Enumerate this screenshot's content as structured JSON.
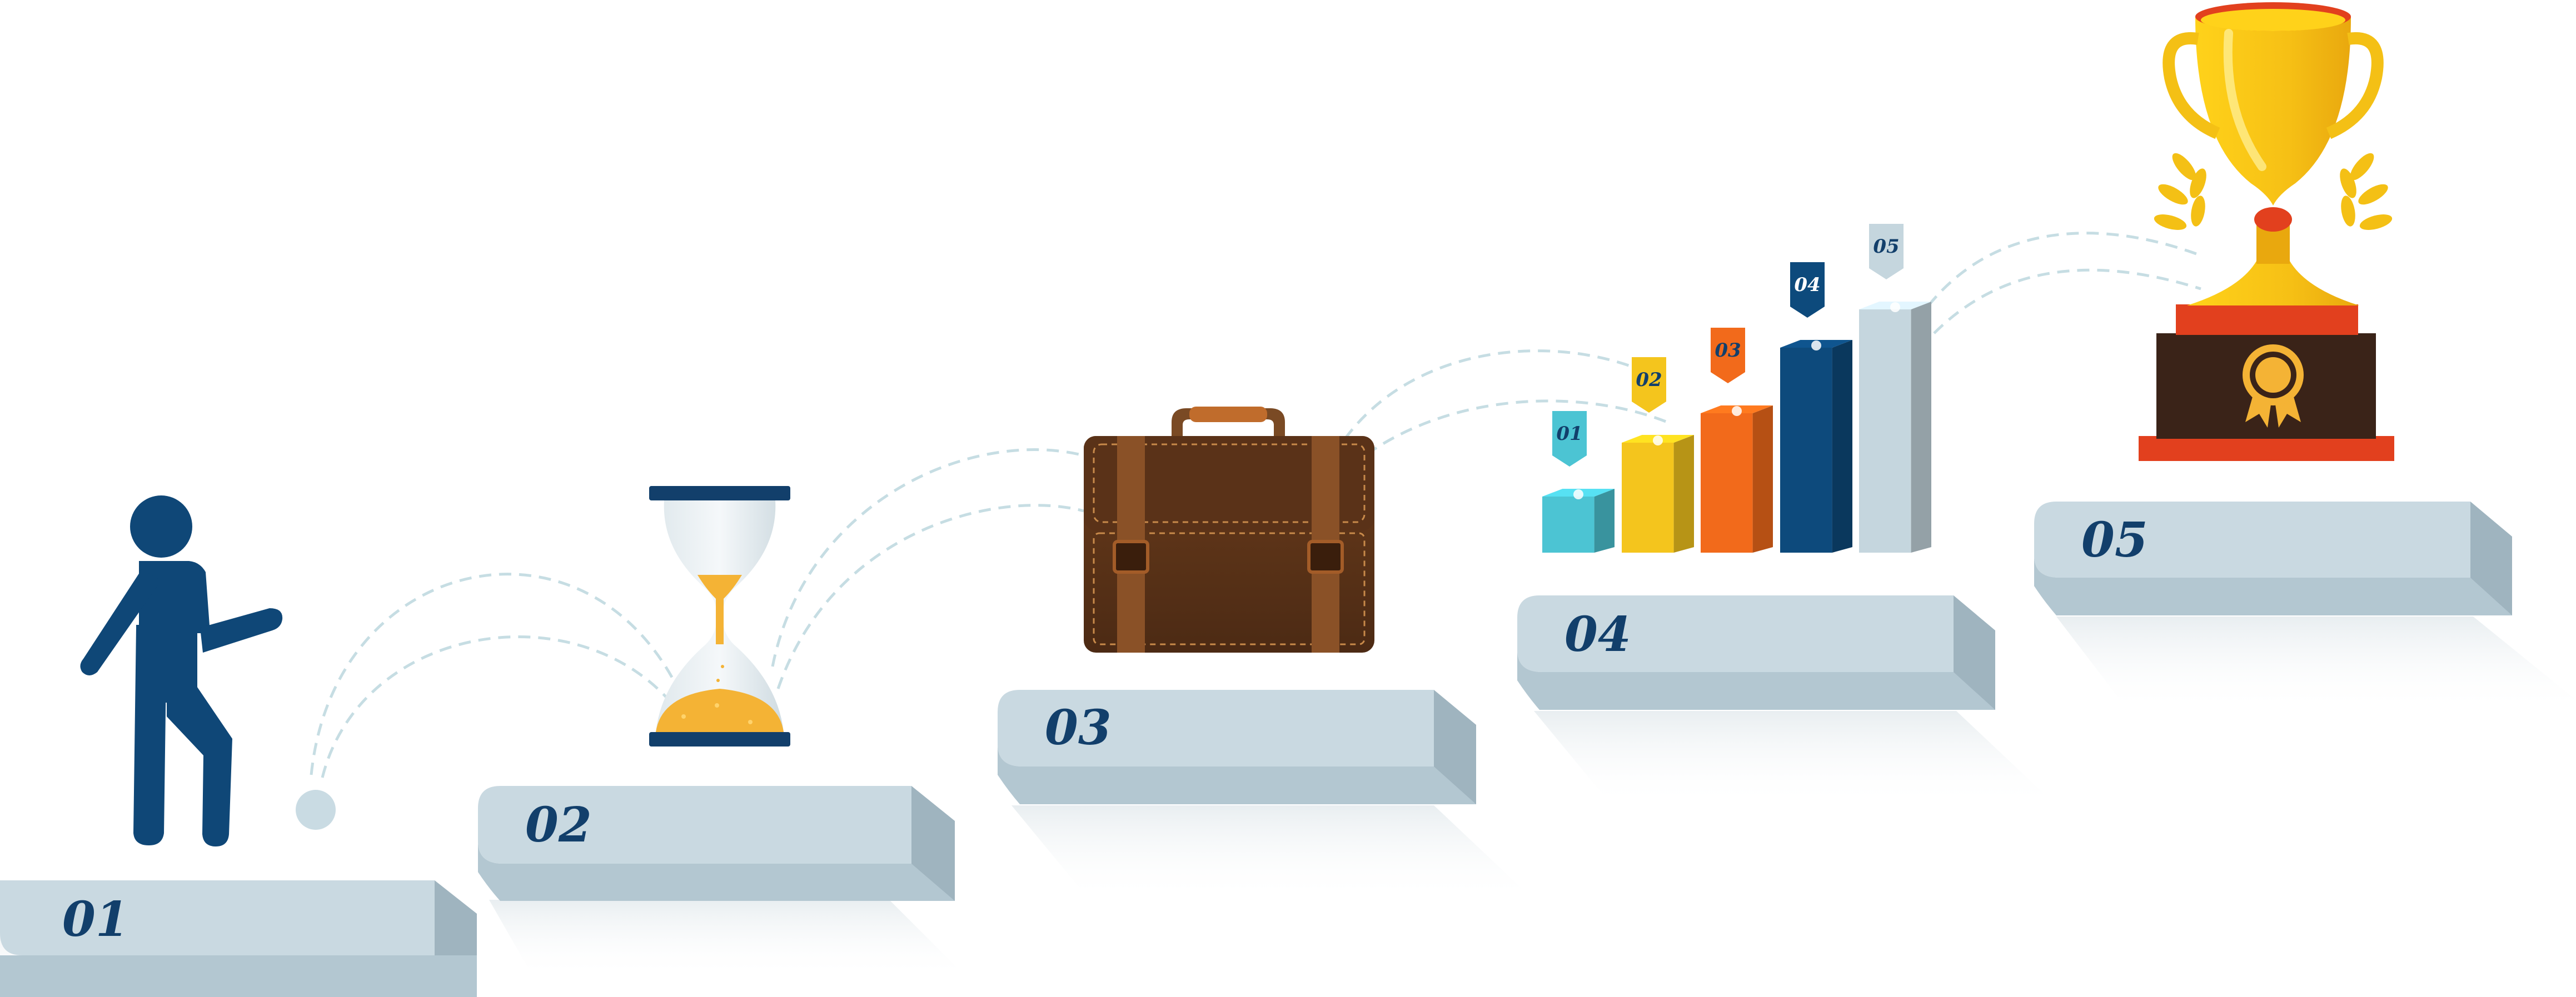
{
  "steps": [
    {
      "label": "01",
      "icon": "person-walking-icon"
    },
    {
      "label": "02",
      "icon": "hourglass-icon"
    },
    {
      "label": "03",
      "icon": "briefcase-icon"
    },
    {
      "label": "04",
      "icon": "bar-chart-icon"
    },
    {
      "label": "05",
      "icon": "trophy-icon"
    }
  ],
  "bar_chart": {
    "labels": [
      "01",
      "02",
      "03",
      "04",
      "05"
    ],
    "colors": [
      "#4cc4d3",
      "#f4c51d",
      "#f26a1b",
      "#0d4a7c",
      "#c5d6de"
    ]
  },
  "colors": {
    "step_top": "#c9d9e1",
    "step_front": "#b3c7d1",
    "step_side": "#9fb4bf",
    "label": "#123f6b",
    "figure": "#0f4777",
    "path": "#c6dde3"
  }
}
